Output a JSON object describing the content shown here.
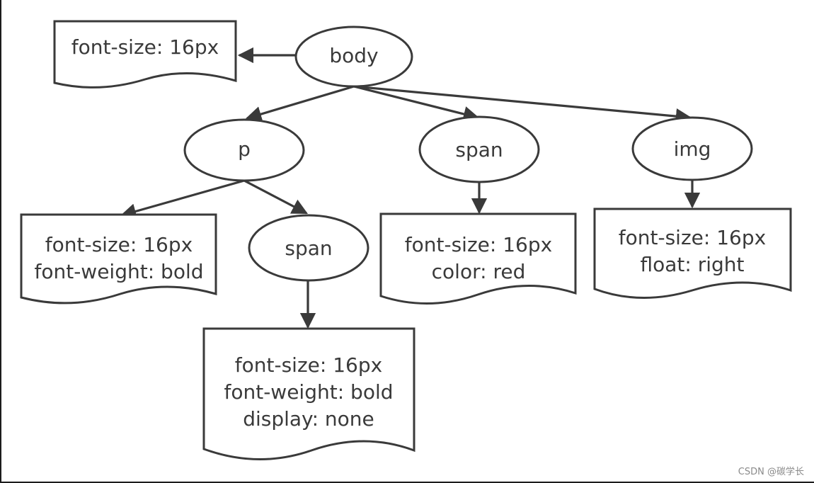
{
  "nodes": {
    "body": "body",
    "p": "p",
    "span_top": "span",
    "img": "img",
    "span_child": "span"
  },
  "styles": {
    "body": [
      "font-size: 16px"
    ],
    "p": [
      "font-size: 16px",
      "font-weight: bold"
    ],
    "span_top": [
      "font-size: 16px",
      "color: red"
    ],
    "img": [
      "font-size: 16px",
      "float: right"
    ],
    "span_child": [
      "font-size: 16px",
      "font-weight: bold",
      "display: none"
    ]
  },
  "watermark": "CSDN @碳学长"
}
